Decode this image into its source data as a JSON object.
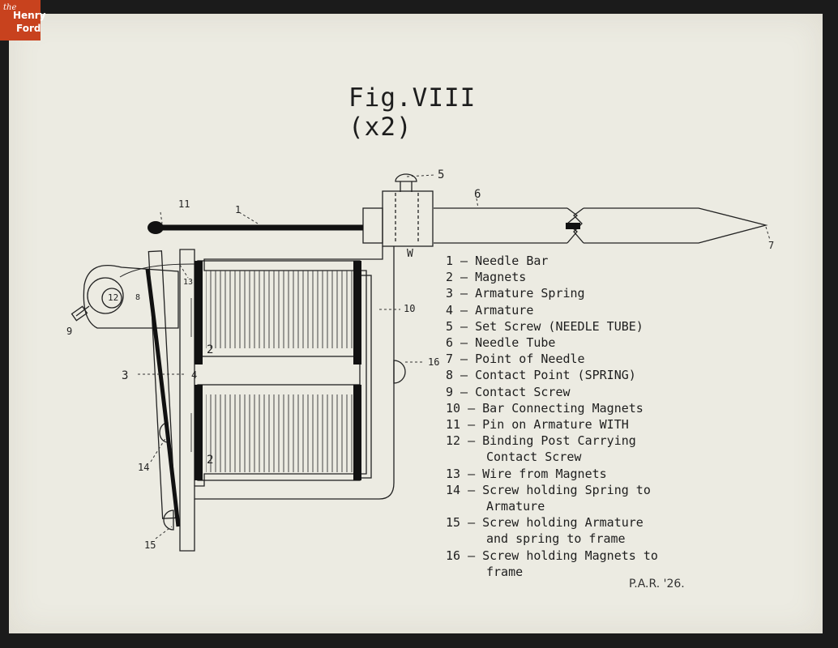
{
  "logo": {
    "line1": "the",
    "line2": "Henry",
    "line3": "Ford"
  },
  "figure": {
    "title": "Fig.VIII (x2)"
  },
  "callouts": [
    "1",
    "2",
    "2",
    "3",
    "4",
    "5",
    "6",
    "7",
    "9",
    "10",
    "11",
    "12",
    "13",
    "14",
    "15",
    "16",
    "8",
    "W"
  ],
  "legend": [
    {
      "text": "1 – Needle Bar"
    },
    {
      "text": "2 – Magnets"
    },
    {
      "text": "3 – Armature Spring"
    },
    {
      "text": "4 – Armature"
    },
    {
      "text": "5 – Set Screw (NEEDLE TUBE)"
    },
    {
      "text": "6 – Needle Tube"
    },
    {
      "text": "7 – Point of Needle"
    },
    {
      "text": "8 – Contact Point (SPRING)"
    },
    {
      "text": "9 – Contact Screw"
    },
    {
      "text": "10 – Bar Connecting Magnets"
    },
    {
      "text": "11 – Pin on Armature WITH"
    },
    {
      "text": "12 – Binding Post Carrying",
      "cont": "Contact Screw"
    },
    {
      "text": "13 – Wire from Magnets"
    },
    {
      "text": "14 – Screw holding Spring to",
      "cont": "Armature"
    },
    {
      "text": "15 – Screw holding Armature",
      "cont": "and spring to frame"
    },
    {
      "text": "16 – Screw holding Magnets to",
      "cont": "frame"
    }
  ],
  "signature": "P.A.R. '26."
}
